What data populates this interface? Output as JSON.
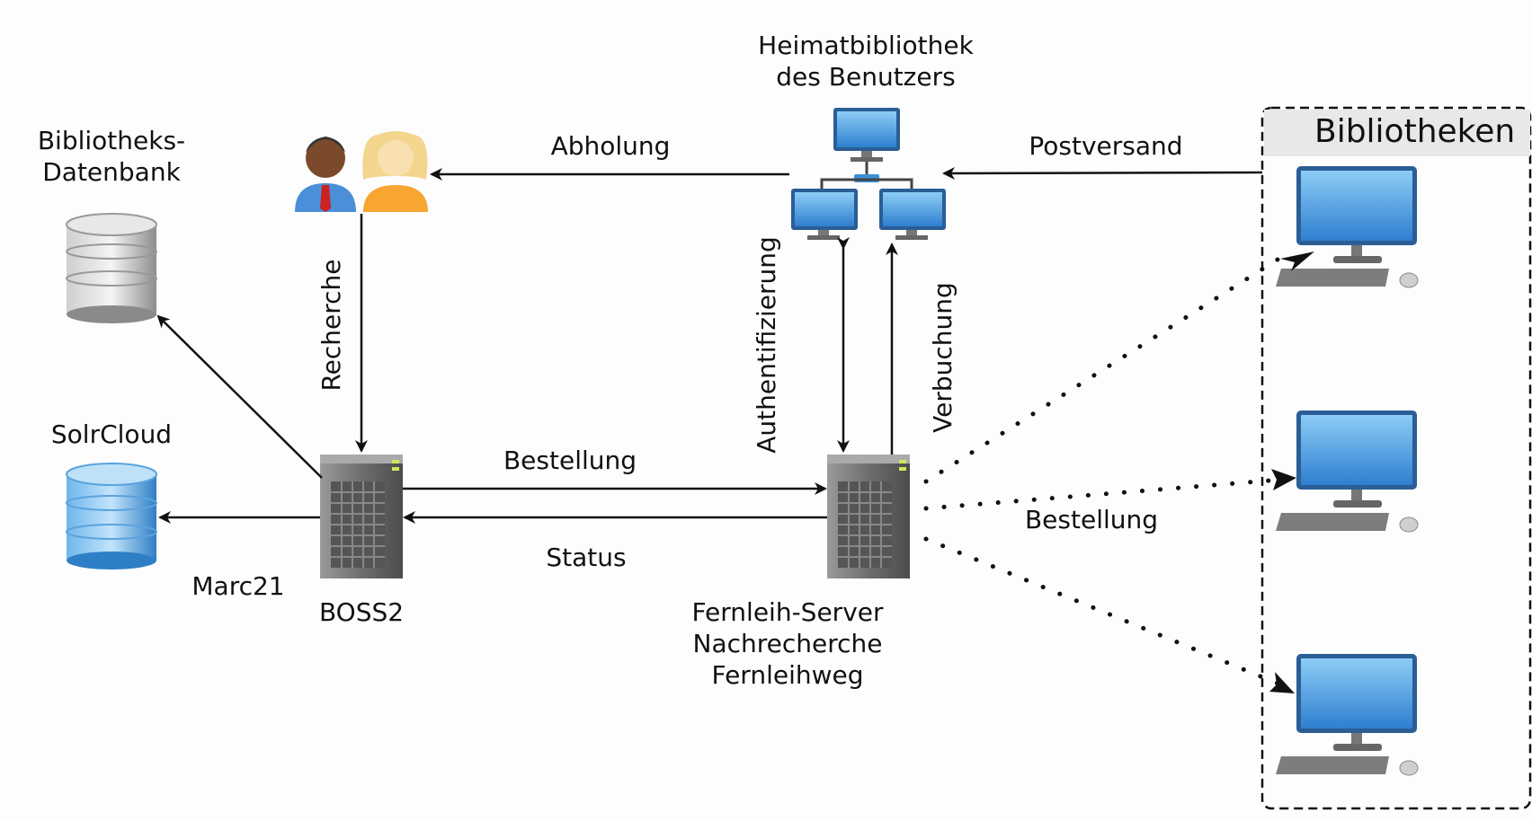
{
  "nodes": {
    "home_library": {
      "line1": "Heimatbibliothek",
      "line2": "des Benutzers"
    },
    "library_db": {
      "line1": "Bibliotheks-",
      "line2": "Datenbank"
    },
    "solrcloud": {
      "label": "SolrCloud"
    },
    "boss2": {
      "label": "BOSS2"
    },
    "ill_server": {
      "line1": "Fernleih-Server",
      "line2": "Nachrecherche",
      "line3": "Fernleihweg"
    },
    "libraries": {
      "title": "Bibliotheken"
    }
  },
  "edges": {
    "pickup": "Abholung",
    "postal": "Postversand",
    "search": "Recherche",
    "auth": "Authentifizierung",
    "booking": "Verbuchung",
    "order": "Bestellung",
    "status": "Status",
    "marc": "Marc21",
    "order_libraries": "Bestellung"
  },
  "colors": {
    "monitor_blue": "#3d8fd6",
    "db_blue": "#4a9ee0",
    "server_gray": "#7a7a7a",
    "person_orange": "#f7a631"
  }
}
